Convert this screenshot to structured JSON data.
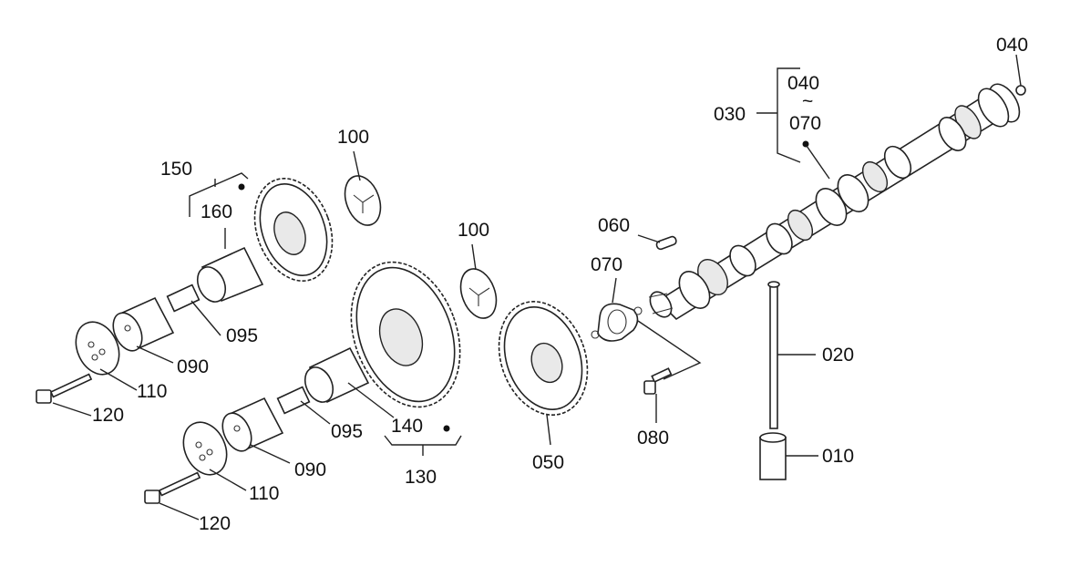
{
  "labels": {
    "l040_top": "040",
    "l030": "030",
    "l040_range": "040",
    "l_tilde": "~",
    "l070_range": "070",
    "l100_top": "100",
    "l150": "150",
    "l160": "160",
    "l100_mid": "100",
    "l060": "060",
    "l070": "070",
    "l095_top": "095",
    "l090_top": "090",
    "l110_top": "110",
    "l120_top": "120",
    "l020": "020",
    "l095_bot": "095",
    "l140": "140",
    "l090_bot": "090",
    "l080": "080",
    "l130": "130",
    "l050": "050",
    "l010": "010",
    "l110_bot": "110",
    "l120_bot": "120"
  }
}
